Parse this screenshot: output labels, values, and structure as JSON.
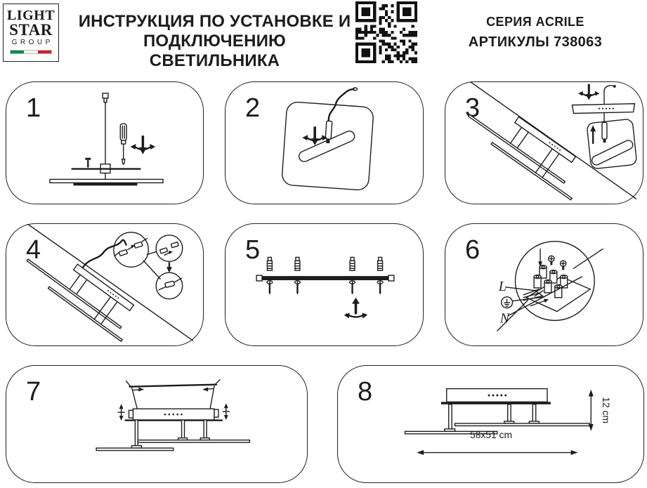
{
  "header": {
    "logo": {
      "line1": "LIGHT",
      "line2": "STAR",
      "line3": "GROUP"
    },
    "title_line1": "ИНСТРУКЦИЯ ПО УСТАНОВКЕ И",
    "title_line2": "ПОДКЛЮЧЕНИЮ СВЕТИЛЬНИКА",
    "series": "СЕРИЯ ACRILE",
    "articles": "АРТИКУЛЫ 738063"
  },
  "colors": {
    "ink": "#1c1c1c",
    "background": "#ffffff",
    "flag_green": "#008c45",
    "flag_white": "#f4f5f0",
    "flag_red": "#cd212a"
  },
  "panels": [
    {
      "number": "1"
    },
    {
      "number": "2"
    },
    {
      "number": "3"
    },
    {
      "number": "4"
    },
    {
      "number": "5"
    },
    {
      "number": "6"
    },
    {
      "number": "7"
    },
    {
      "number": "8"
    }
  ],
  "panel6_labels": {
    "live": "L",
    "neutral": "N"
  },
  "panel8_dimensions": {
    "width": "58x51 cm",
    "height": "12 cm"
  }
}
